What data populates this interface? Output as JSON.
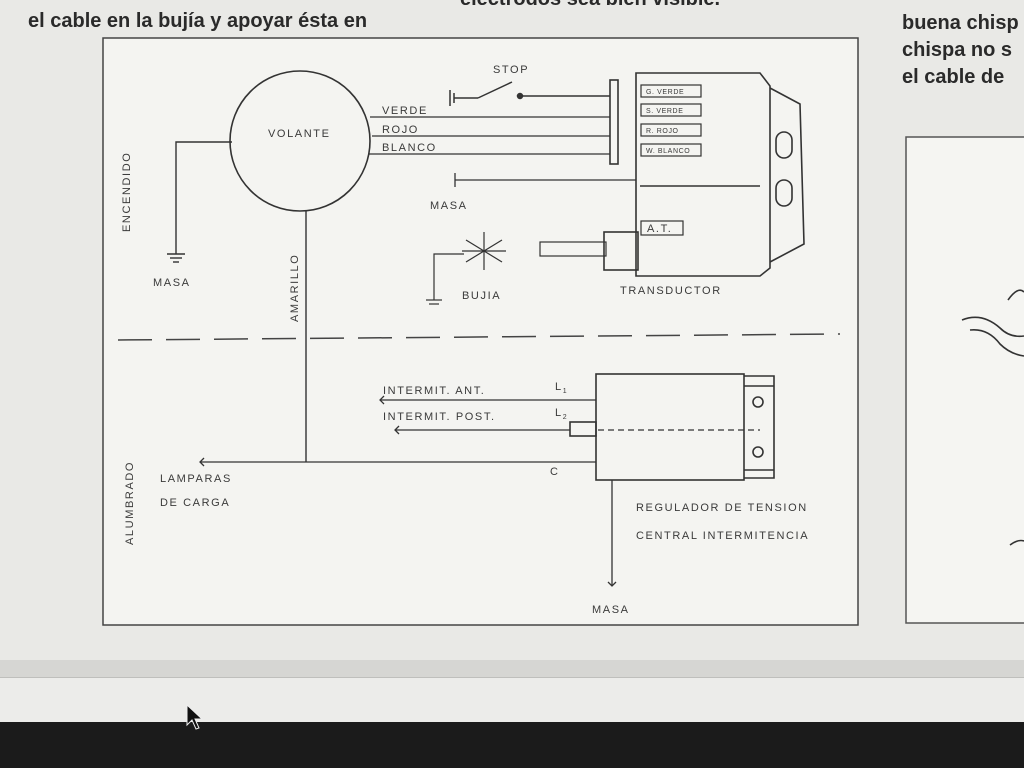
{
  "page": {
    "top_fragment": "electrodos sea bien visible.",
    "left_line": "el cable en la bujía y apoyar ésta en",
    "right_lines": [
      "buena chisp",
      "chispa no s",
      "el cable de"
    ]
  },
  "diagram": {
    "volante": "VOLANTE",
    "wires": {
      "verde": "VERDE",
      "rojo": "ROJO",
      "blanco": "BLANCO"
    },
    "stop": "STOP",
    "masa": "MASA",
    "encendido": "ENCENDIDO",
    "amarillo": "AMARILLO",
    "bujia": "BUJIA",
    "transductor": "TRANSDUCTOR",
    "terminals": [
      "G. VERDE",
      "S. VERDE",
      "R. ROJO",
      "W. BLANCO"
    ],
    "at": "A.T.",
    "alumbrado": "ALUMBRADO",
    "intermit_ant": "INTERMIT. ANT.",
    "intermit_post": "INTERMIT. POST.",
    "l1": "L",
    "l1_sub": "1",
    "l2": "L",
    "l2_sub": "2",
    "c": "C",
    "lamparas": "LAMPARAS",
    "de_carga": "DE CARGA",
    "regulador": "REGULADOR DE TENSION",
    "central": "CENTRAL INTERMITENCIA"
  }
}
